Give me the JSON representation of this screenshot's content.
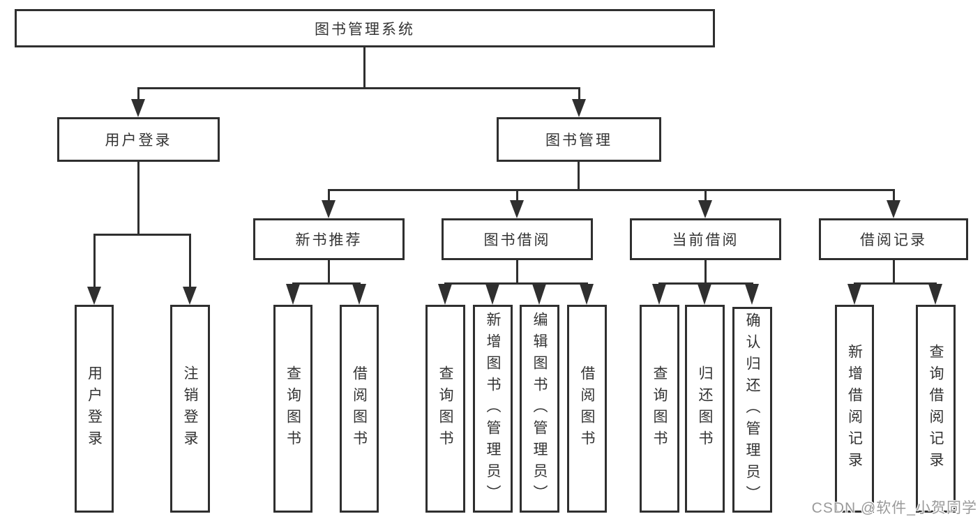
{
  "colors": {
    "line": "#2f2f2f",
    "text": "#333333",
    "watermark": "#9a9a9a",
    "background": "#ffffff"
  },
  "root": {
    "label": "图书管理系统"
  },
  "level2": [
    {
      "label": "用户登录"
    },
    {
      "label": "图书管理"
    }
  ],
  "level3": [
    {
      "label": "新书推荐"
    },
    {
      "label": "图书借阅"
    },
    {
      "label": "当前借阅"
    },
    {
      "label": "借阅记录"
    }
  ],
  "leaves": [
    {
      "label": "用户登录"
    },
    {
      "label": "注销登录"
    },
    {
      "label": "查询图书"
    },
    {
      "label": "借阅图书"
    },
    {
      "label": "查询图书"
    },
    {
      "label": "新增图书（管理员）"
    },
    {
      "label": "编辑图书（管理员）"
    },
    {
      "label": "借阅图书"
    },
    {
      "label": "查询图书"
    },
    {
      "label": "归还图书"
    },
    {
      "label": "确认归还（管理员）"
    },
    {
      "label": "新增借阅记录"
    },
    {
      "label": "查询借阅记录"
    }
  ],
  "watermark": {
    "text": "CSDN @软件_小贺同学"
  }
}
